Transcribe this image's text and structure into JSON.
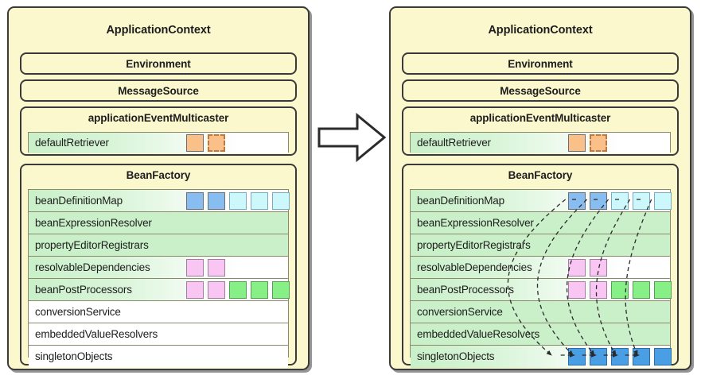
{
  "diagram": {
    "title_left": "ApplicationContext",
    "title_right": "ApplicationContext",
    "center_arrow_icon": "right-arrow-icon",
    "colors": {
      "panel_bg": "#fcf8cd",
      "panel_border": "#3a3a3a",
      "row_green": "#c9f0c9",
      "row_white": "#ffffff",
      "chip_orange": "#fac08a",
      "chip_blue": "#87bdf0",
      "chip_cyan": "#cdf8fb",
      "chip_pink": "#f9c6f4",
      "chip_green": "#86ef86",
      "chip_solid_blue": "#4a9fe4",
      "arrow_stroke": "#2b2b2b"
    }
  },
  "left_panel": {
    "title": "ApplicationContext",
    "environment": {
      "title": "Environment"
    },
    "message_source": {
      "title": "MessageSource"
    },
    "multicaster": {
      "title": "applicationEventMulticaster",
      "row": {
        "label": "defaultRetriever",
        "fill": "gradient",
        "chips": [
          "orange",
          "orange-dashed"
        ]
      }
    },
    "bean_factory": {
      "title": "BeanFactory",
      "rows": [
        {
          "label": "beanDefinitionMap",
          "fill": "gradient",
          "chips": [
            "blue",
            "blue",
            "cyan",
            "cyan",
            "cyan"
          ]
        },
        {
          "label": "beanExpressionResolver",
          "fill": "solid",
          "chips": []
        },
        {
          "label": "propertyEditorRegistrars",
          "fill": "solid",
          "chips": []
        },
        {
          "label": "resolvableDependencies",
          "fill": "gradient",
          "chips": [
            "pink",
            "pink"
          ]
        },
        {
          "label": "beanPostProcessors",
          "fill": "gradient",
          "chips": [
            "pink",
            "pink",
            "green",
            "green",
            "green"
          ]
        },
        {
          "label": "conversionService",
          "fill": "white",
          "chips": []
        },
        {
          "label": "embeddedValueResolvers",
          "fill": "white",
          "chips": []
        },
        {
          "label": "singletonObjects",
          "fill": "white",
          "chips": []
        }
      ]
    }
  },
  "right_panel": {
    "title": "ApplicationContext",
    "environment": {
      "title": "Environment"
    },
    "message_source": {
      "title": "MessageSource"
    },
    "multicaster": {
      "title": "applicationEventMulticaster",
      "row": {
        "label": "defaultRetriever",
        "fill": "gradient",
        "chips": [
          "orange",
          "orange-dashed"
        ]
      }
    },
    "bean_factory": {
      "title": "BeanFactory",
      "rows": [
        {
          "label": "beanDefinitionMap",
          "fill": "gradient",
          "chips": [
            "blue",
            "blue",
            "cyan",
            "cyan",
            "cyan"
          ]
        },
        {
          "label": "beanExpressionResolver",
          "fill": "solid",
          "chips": []
        },
        {
          "label": "propertyEditorRegistrars",
          "fill": "solid",
          "chips": []
        },
        {
          "label": "resolvableDependencies",
          "fill": "gradient",
          "chips": [
            "pink",
            "pink"
          ]
        },
        {
          "label": "beanPostProcessors",
          "fill": "gradient",
          "chips": [
            "pink",
            "pink",
            "green",
            "green",
            "green"
          ]
        },
        {
          "label": "conversionService",
          "fill": "solid",
          "chips": []
        },
        {
          "label": "embeddedValueResolvers",
          "fill": "solid",
          "chips": []
        },
        {
          "label": "singletonObjects",
          "fill": "gradient",
          "chips": [
            "solidblue",
            "solidblue",
            "solidblue",
            "solidblue",
            "solidblue"
          ]
        }
      ]
    },
    "flow": {
      "description": "dashed curved arrows from beanDefinitionMap entries to singletonObjects entries",
      "count": 5,
      "style": "dashed",
      "arrowhead": "filled-triangle"
    }
  }
}
